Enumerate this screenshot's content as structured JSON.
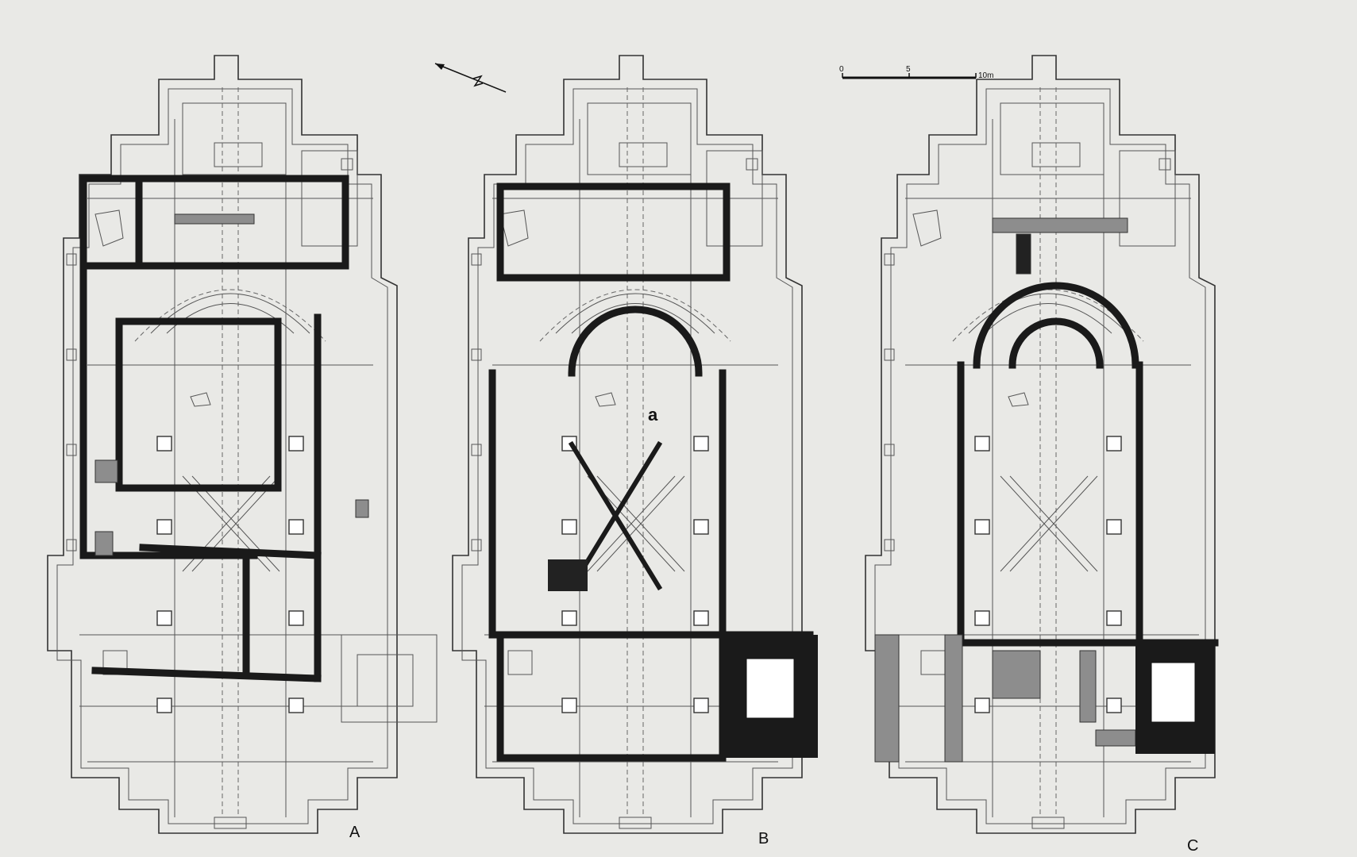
{
  "panels": [
    {
      "id": "A",
      "letter": "A"
    },
    {
      "id": "B",
      "letter": "B",
      "marker": "a"
    },
    {
      "id": "C",
      "letter": "C"
    }
  ],
  "scale_bar": {
    "ticks": [
      "0",
      "5",
      "10m"
    ]
  },
  "colors": {
    "background": "#e9e9e6",
    "ink": "#1a1a1a",
    "hatch": "#8d8d8d"
  }
}
